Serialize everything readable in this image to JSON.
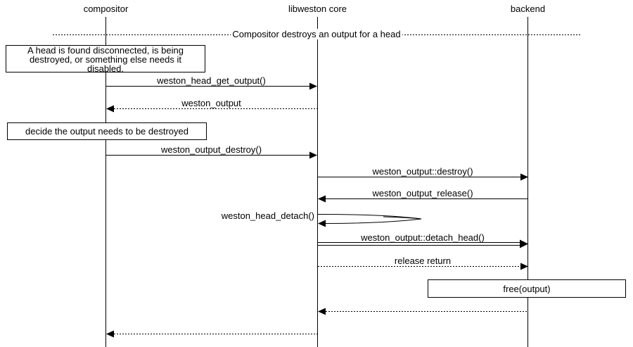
{
  "colors": {
    "foreground": "#000000",
    "background": "#ffffff"
  },
  "participants": [
    {
      "name": "compositor"
    },
    {
      "name": "libweston core"
    },
    {
      "name": "backend"
    }
  ],
  "divider": {
    "label": "Compositor destroys an output for a head"
  },
  "notes": [
    {
      "lines": [
        "A head is found disconnected, is being",
        "destroyed, or something else needs it",
        "disabled."
      ]
    },
    {
      "lines": [
        "decide the output needs to be destroyed"
      ]
    },
    {
      "lines": [
        "free(output)"
      ]
    }
  ],
  "messages": [
    {
      "label": "weston_head_get_output()",
      "from": "compositor",
      "to": "libweston core",
      "style": "solid"
    },
    {
      "label": "weston_output",
      "from": "libweston core",
      "to": "compositor",
      "style": "dotted"
    },
    {
      "label": "weston_output_destroy()",
      "from": "compositor",
      "to": "libweston core",
      "style": "solid"
    },
    {
      "label": "weston_output::destroy()",
      "from": "libweston core",
      "to": "backend",
      "style": "solid"
    },
    {
      "label": "weston_output_release()",
      "from": "backend",
      "to": "libweston core",
      "style": "solid"
    },
    {
      "label": "weston_head_detach()",
      "from": "libweston core",
      "to": "libweston core",
      "style": "self"
    },
    {
      "label": "weston_output::detach_head()",
      "from": "libweston core",
      "to": "backend",
      "style": "double-solid"
    },
    {
      "label": "release return",
      "from": "libweston core",
      "to": "backend",
      "style": "dotted"
    },
    {
      "label": "",
      "from": "backend",
      "to": "libweston core",
      "style": "dotted"
    },
    {
      "label": "",
      "from": "libweston core",
      "to": "compositor",
      "style": "dotted"
    }
  ]
}
